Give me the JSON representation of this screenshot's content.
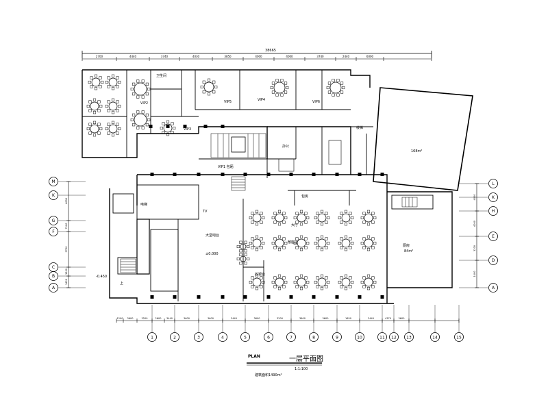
{
  "title": {
    "cn": "一层平面图",
    "en": "PLAN",
    "scale": "1:1:100",
    "area": "建筑面积1490m²"
  },
  "overall_dimension": "38665",
  "top_dimensions": [
    "2700",
    "4440",
    "3740",
    "4030",
    "3850",
    "4000",
    "4000",
    "3740",
    "2440",
    "6000"
  ],
  "bottom_dimensions": [
    "1200",
    "3600",
    "3200",
    "2600",
    "3440",
    "3600",
    "3600",
    "3440",
    "3600",
    "3200",
    "3600",
    "3600",
    "1650",
    "2440",
    "4370",
    "3600"
  ],
  "left_dimensions": [
    "4000",
    "7100",
    "3750",
    "1500",
    "1450"
  ],
  "right_dimensions": [
    "4000",
    "4000",
    "3200",
    "1400"
  ],
  "grid_cols": [
    "1",
    "2",
    "3",
    "4",
    "5",
    "6",
    "7",
    "8",
    "9",
    "10",
    "11",
    "12",
    "13",
    "14",
    "15"
  ],
  "grid_rows_left": [
    "M",
    "K",
    "G",
    "F",
    "C",
    "B",
    "A"
  ],
  "grid_rows_right": [
    "L",
    "K",
    "H",
    "E",
    "D",
    "A"
  ],
  "room_labels": [
    {
      "text": "VIP1 包厢",
      "key": "vip1"
    },
    {
      "text": "VIP2",
      "key": "vip2"
    },
    {
      "text": "VIP3",
      "key": "vip3"
    },
    {
      "text": "VIP4",
      "key": "vip4"
    },
    {
      "text": "VIP5",
      "key": "vip5"
    },
    {
      "text": "VIP6",
      "key": "vip6"
    },
    {
      "text": "大厅",
      "key": "hall"
    },
    {
      "text": "大堂吧台",
      "key": "lobby_bar"
    },
    {
      "text": "厨房",
      "key": "kitchen"
    },
    {
      "text": "卫生间",
      "key": "wc"
    },
    {
      "text": "办公",
      "key": "office"
    },
    {
      "text": "电梯",
      "key": "lift"
    },
    {
      "text": "包房",
      "key": "room"
    },
    {
      "text": "散座区",
      "key": "seating"
    },
    {
      "text": "168m²",
      "key": "area_a"
    },
    {
      "text": "84m²",
      "key": "area_b"
    }
  ],
  "annotations": [
    "±0.000",
    "-0.450",
    "TV",
    "上",
    "收银台",
    "楼梯"
  ]
}
